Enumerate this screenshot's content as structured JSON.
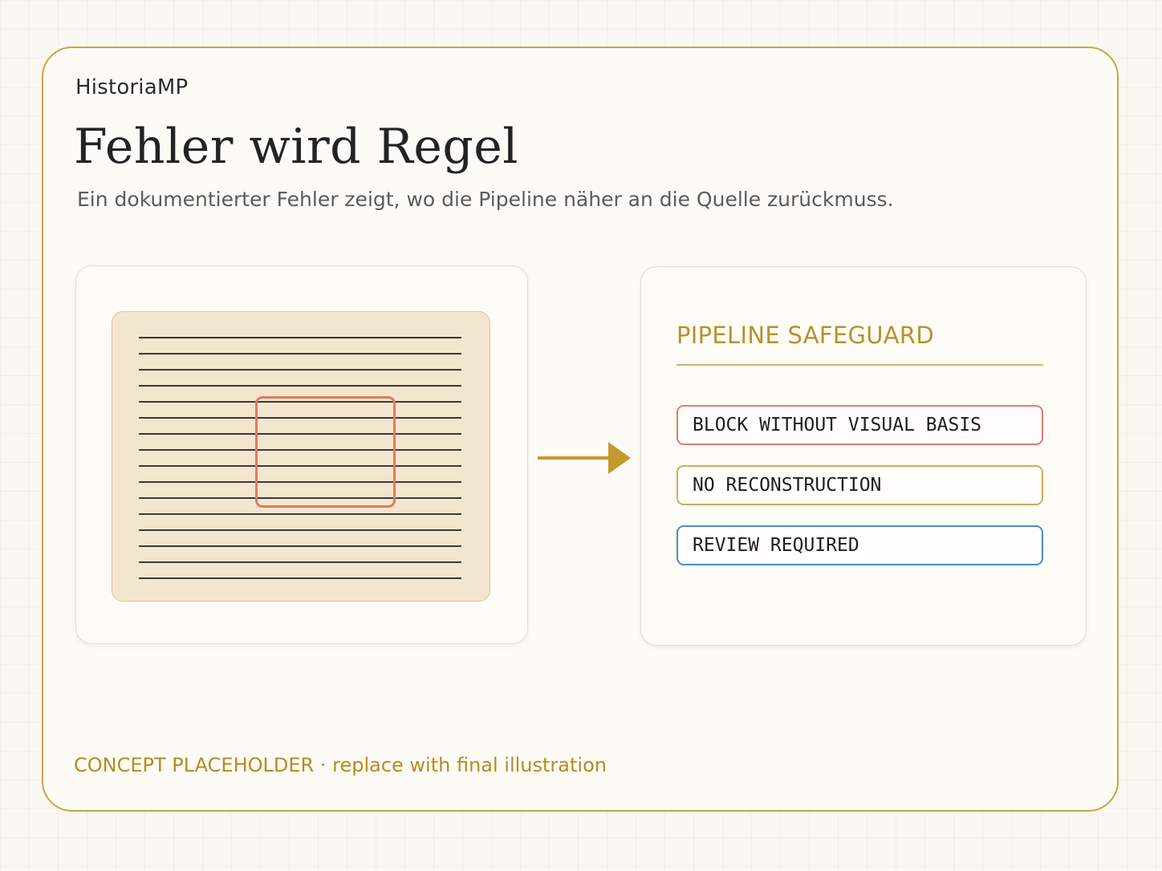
{
  "brand": "HistoriaMP",
  "title": "Fehler wird Regel",
  "subtitle": "Ein dokumentierter Fehler zeigt, wo die Pipeline näher an die Quelle zurückmuss.",
  "safeguard": {
    "heading": "PIPELINE SAFEGUARD",
    "rules": [
      {
        "label": "BLOCK WITHOUT VISUAL BASIS",
        "color": "#e07a72"
      },
      {
        "label": "NO RECONSTRUCTION",
        "color": "#d4ad4f"
      },
      {
        "label": "REVIEW REQUIRED",
        "color": "#4a8cc9"
      }
    ]
  },
  "footer": "CONCEPT PLACEHOLDER · replace with final illustration",
  "colors": {
    "accent": "#c9a646",
    "highlight": "#e07a62",
    "arrow": "#c49a2e",
    "document": "#f3e6cf"
  }
}
